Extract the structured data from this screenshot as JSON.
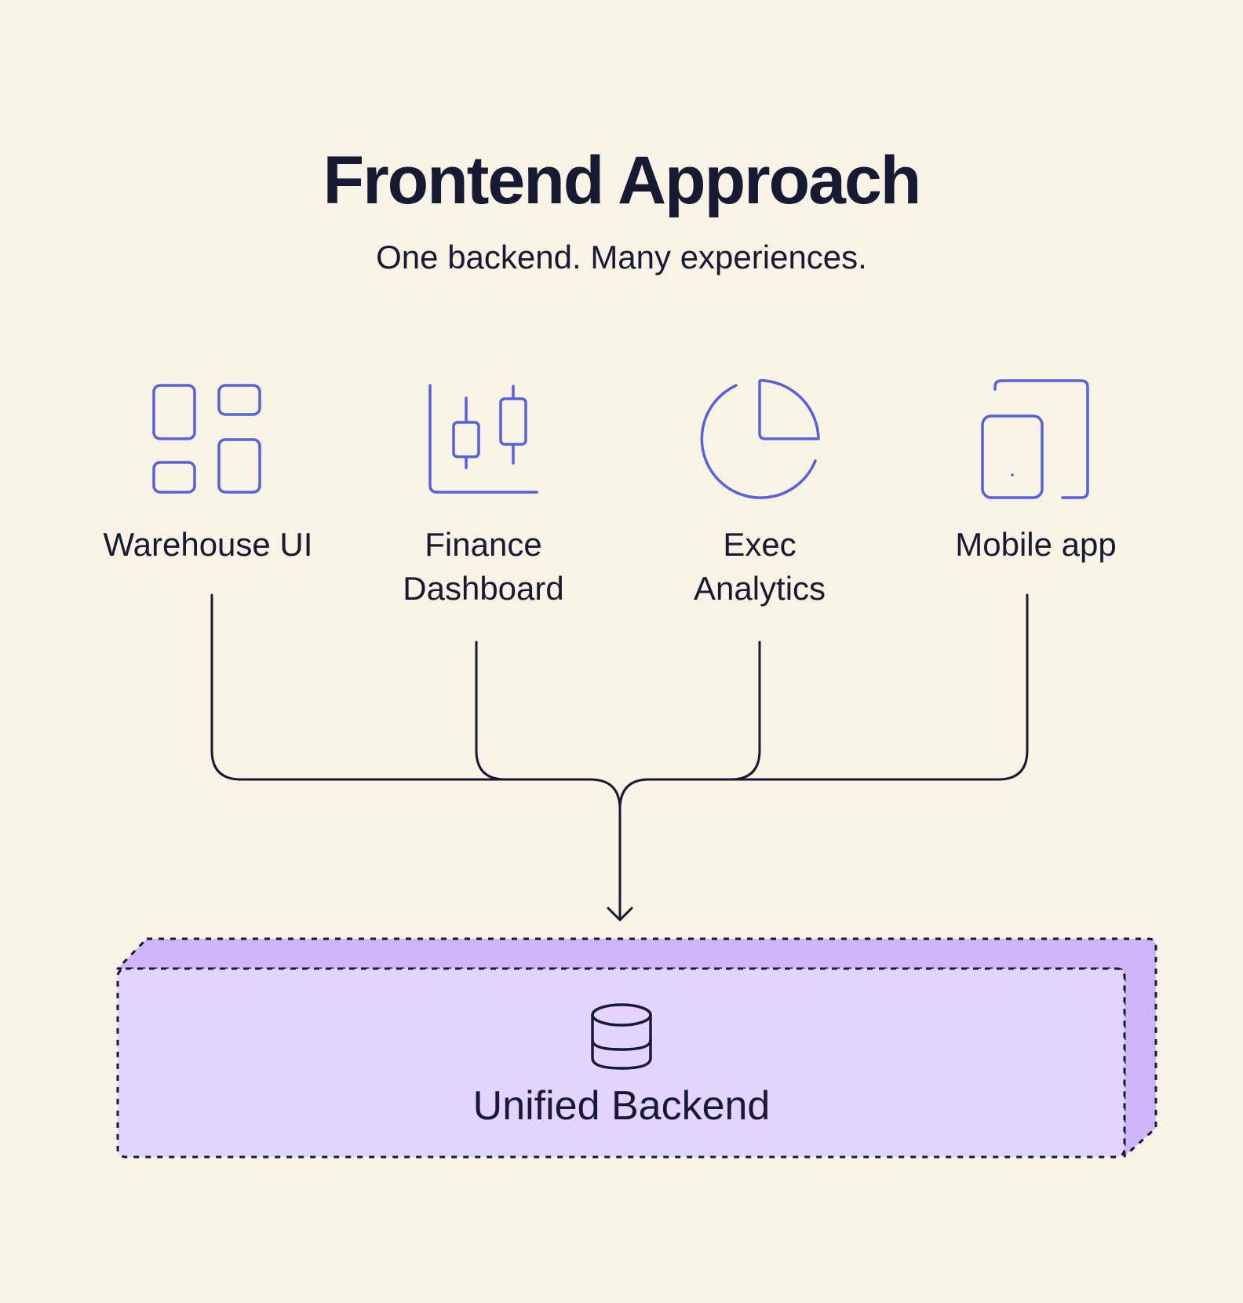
{
  "header": {
    "title": "Frontend Approach",
    "subtitle": "One backend. Many experiences."
  },
  "frontends": [
    {
      "label_line1": "Warehouse UI",
      "label_line2": "",
      "icon": "dashboard-grid-icon"
    },
    {
      "label_line1": "Finance",
      "label_line2": "Dashboard",
      "icon": "candlestick-chart-icon"
    },
    {
      "label_line1": "Exec",
      "label_line2": "Analytics",
      "icon": "pie-chart-icon"
    },
    {
      "label_line1": "Mobile app",
      "label_line2": "",
      "icon": "mobile-device-icon"
    }
  ],
  "backend": {
    "label": "Unified Backend",
    "icon": "database-icon"
  },
  "colors": {
    "background": "#f9f3e6",
    "icon_stroke": "#5661e0",
    "text": "#161a33",
    "box_front": "#e2d4fc",
    "box_back": "#cfb6f8"
  }
}
